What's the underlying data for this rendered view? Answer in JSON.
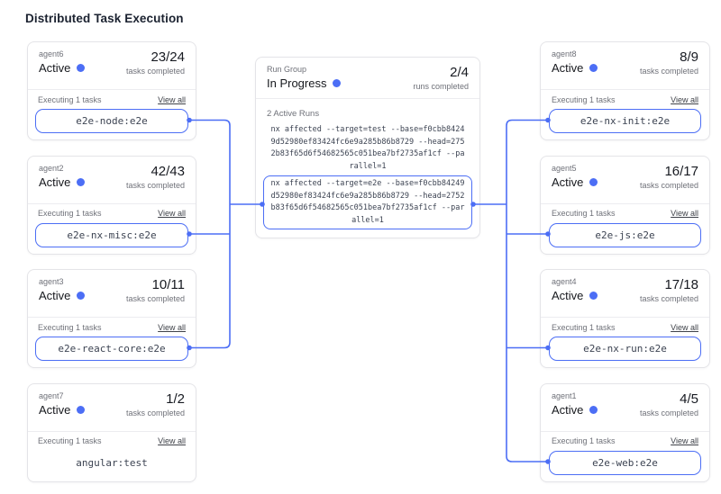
{
  "title": "Distributed Task Execution",
  "colors": {
    "accent": "#4c6ef5",
    "card_border": "#e4e4e8",
    "text_dark": "#16181d",
    "text_gray": "#6f7179",
    "mono_text": "#3c4352"
  },
  "agents_left": [
    {
      "name": "agent6",
      "status": "Active",
      "count": "23/24",
      "count_label": "tasks completed",
      "executing_label": "Executing 1 tasks",
      "view_all_label": "View all",
      "task": "e2e-node:e2e",
      "connected": true
    },
    {
      "name": "agent2",
      "status": "Active",
      "count": "42/43",
      "count_label": "tasks completed",
      "executing_label": "Executing 1 tasks",
      "view_all_label": "View all",
      "task": "e2e-nx-misc:e2e",
      "connected": true
    },
    {
      "name": "agent3",
      "status": "Active",
      "count": "10/11",
      "count_label": "tasks completed",
      "executing_label": "Executing 1 tasks",
      "view_all_label": "View all",
      "task": "e2e-react-core:e2e",
      "connected": true
    },
    {
      "name": "agent7",
      "status": "Active",
      "count": "1/2",
      "count_label": "tasks completed",
      "executing_label": "Executing 1 tasks",
      "view_all_label": "View all",
      "task": "angular:test",
      "connected": false
    }
  ],
  "run_group": {
    "label": "Run Group",
    "status": "In Progress",
    "count": "2/4",
    "count_label": "runs completed",
    "active_runs_label": "2 Active Runs",
    "runs": [
      {
        "command": "nx affected --target=test --base=f0cbb84249d52980ef83424fc6e9a285b86b8729 --head=2752b83f65d6f54682565c051bea7bf2735af1cf --parallel=1",
        "highlighted": false
      },
      {
        "command": "nx affected --target=e2e --base=f0cbb84249d52980ef83424fc6e9a285b86b8729 --head=2752b83f65d6f54682565c051bea7bf2735af1cf --parallel=1",
        "highlighted": true
      }
    ]
  },
  "agents_right": [
    {
      "name": "agent8",
      "status": "Active",
      "count": "8/9",
      "count_label": "tasks completed",
      "executing_label": "Executing 1 tasks",
      "view_all_label": "View all",
      "task": "e2e-nx-init:e2e",
      "connected": true
    },
    {
      "name": "agent5",
      "status": "Active",
      "count": "16/17",
      "count_label": "tasks completed",
      "executing_label": "Executing 1 tasks",
      "view_all_label": "View all",
      "task": "e2e-js:e2e",
      "connected": true
    },
    {
      "name": "agent4",
      "status": "Active",
      "count": "17/18",
      "count_label": "tasks completed",
      "executing_label": "Executing 1 tasks",
      "view_all_label": "View all",
      "task": "e2e-nx-run:e2e",
      "connected": true
    },
    {
      "name": "agent1",
      "status": "Active",
      "count": "4/5",
      "count_label": "tasks completed",
      "executing_label": "Executing 1 tasks",
      "view_all_label": "View all",
      "task": "e2e-web:e2e",
      "connected": true
    }
  ]
}
